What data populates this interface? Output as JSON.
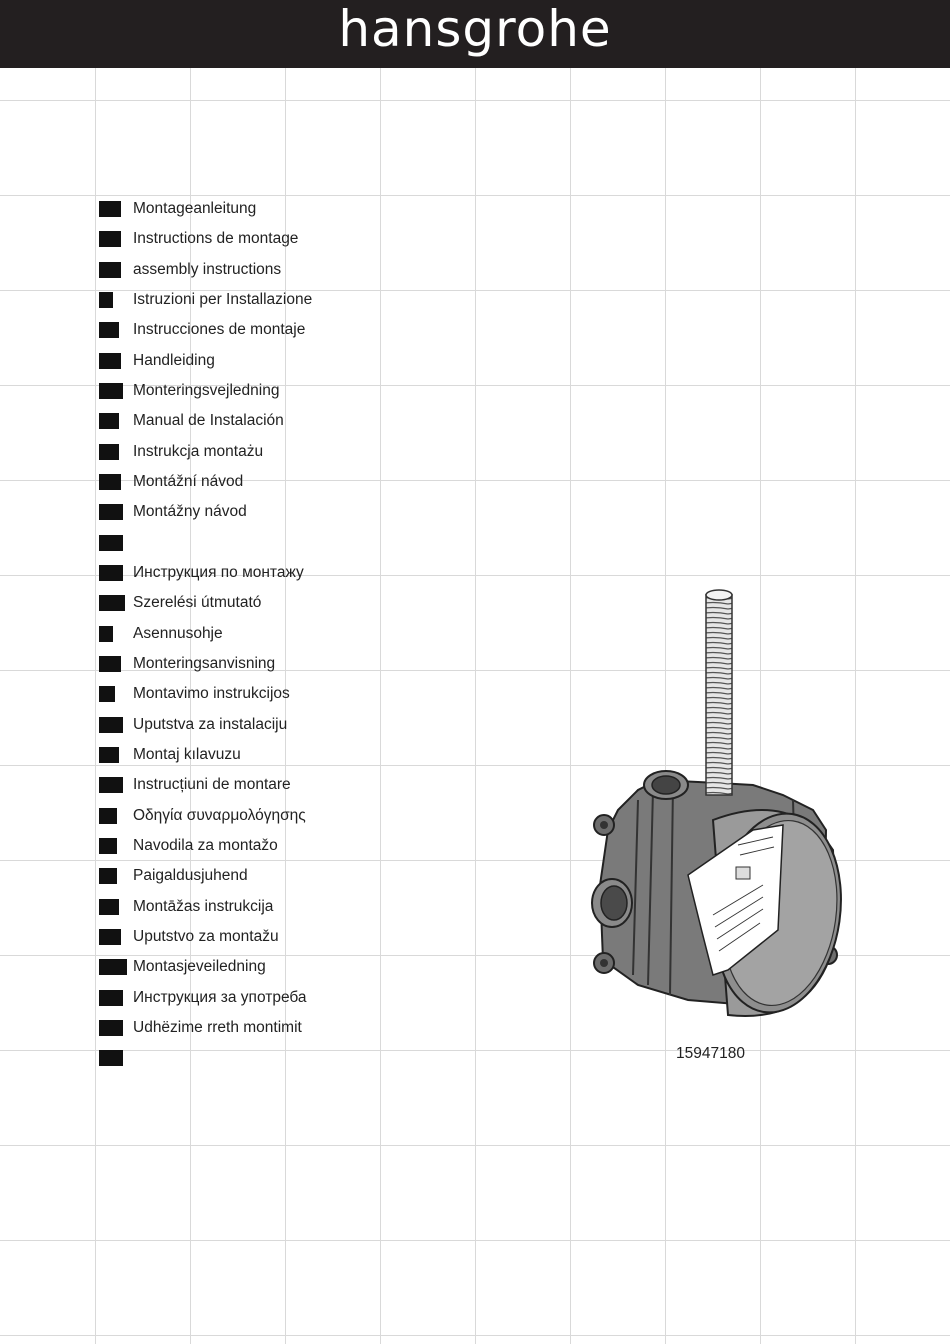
{
  "header": {
    "brand": "hansgrohe",
    "background": "#231f20",
    "text_color": "#ffffff"
  },
  "languages": [
    {
      "label": "Montageanleitung"
    },
    {
      "label": "Instructions de montage"
    },
    {
      "label": "assembly instructions"
    },
    {
      "label": "Istruzioni per Installazione"
    },
    {
      "label": "Instrucciones de montaje"
    },
    {
      "label": "Handleiding"
    },
    {
      "label": "Monteringsvejledning"
    },
    {
      "label": "Manual de Instalación"
    },
    {
      "label": "Instrukcja montażu"
    },
    {
      "label": "Montážní návod"
    },
    {
      "label": "Montážny návod"
    },
    {
      "label": ""
    },
    {
      "label": "Инструкция по монтажу"
    },
    {
      "label": "Szerelési útmutató"
    },
    {
      "label": "Asennusohje"
    },
    {
      "label": "Monteringsanvisning"
    },
    {
      "label": "Montavimo instrukcijos"
    },
    {
      "label": "Uputstva za instalaciju"
    },
    {
      "label": "Montaj kılavuzu"
    },
    {
      "label": "Instrucțiuni de montare"
    },
    {
      "label": "Οδηγία συναρμολόγησης"
    },
    {
      "label": "Navodila za montažo"
    },
    {
      "label": "Paigaldusjuhend"
    },
    {
      "label": "Montāžas instrukcija"
    },
    {
      "label": "Uputstvo za montažu"
    },
    {
      "label": "Montasjeveiledning"
    },
    {
      "label": "Инструкция за употреба"
    },
    {
      "label": "Udhëzime rreth montimit"
    },
    {
      "label": ""
    }
  ],
  "product": {
    "icon": "concealed-valve-body-illustration",
    "article_number": "15947180"
  }
}
